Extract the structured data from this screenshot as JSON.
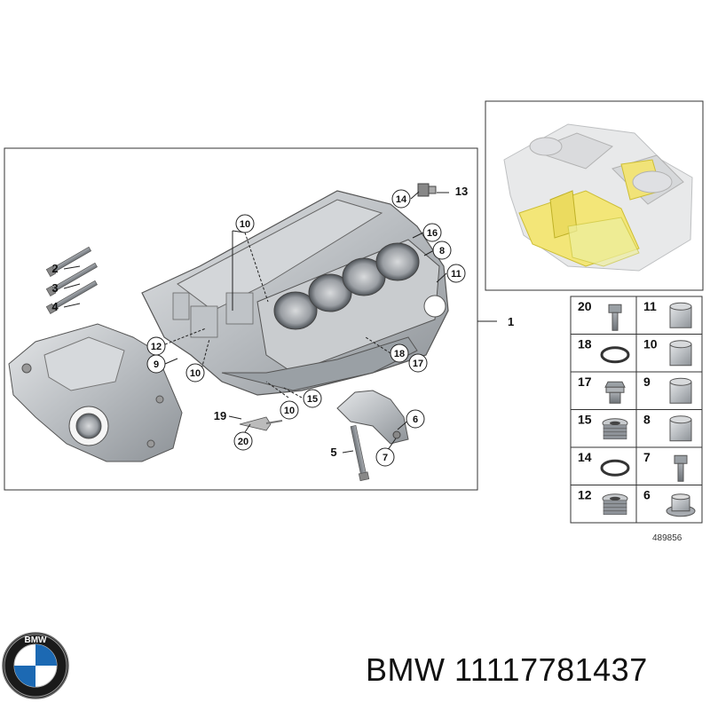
{
  "assembly_label": "1",
  "footer": {
    "brand": "BMW",
    "part_number": "11117781437"
  },
  "diagram_id": "489856",
  "logo": {
    "text": "BMW"
  },
  "callouts": [
    {
      "id": "c2",
      "label": "2"
    },
    {
      "id": "c3",
      "label": "3"
    },
    {
      "id": "c4",
      "label": "4"
    },
    {
      "id": "c5",
      "label": "5"
    },
    {
      "id": "c6",
      "label": "6"
    },
    {
      "id": "c7",
      "label": "7"
    },
    {
      "id": "c8",
      "label": "8"
    },
    {
      "id": "c9",
      "label": "9"
    },
    {
      "id": "c10a",
      "label": "10"
    },
    {
      "id": "c10b",
      "label": "10"
    },
    {
      "id": "c10c",
      "label": "10"
    },
    {
      "id": "c11",
      "label": "11"
    },
    {
      "id": "c12",
      "label": "12"
    },
    {
      "id": "c13",
      "label": "13"
    },
    {
      "id": "c14",
      "label": "14"
    },
    {
      "id": "c15",
      "label": "15"
    },
    {
      "id": "c16",
      "label": "16"
    },
    {
      "id": "c17",
      "label": "17"
    },
    {
      "id": "c18",
      "label": "18"
    },
    {
      "id": "c19",
      "label": "19"
    },
    {
      "id": "c20",
      "label": "20"
    }
  ],
  "parts_grid": [
    {
      "left": "20",
      "right": "11",
      "left_icon": "bolt-icon",
      "right_icon": "sleeve-icon"
    },
    {
      "left": "18",
      "right": "10",
      "left_icon": "seal-ring-icon",
      "right_icon": "sleeve-icon"
    },
    {
      "left": "17",
      "right": "9",
      "left_icon": "plug-icon",
      "right_icon": "sleeve-icon"
    },
    {
      "left": "15",
      "right": "8",
      "left_icon": "threaded-plug-icon",
      "right_icon": "sleeve-icon"
    },
    {
      "left": "14",
      "right": "7",
      "left_icon": "seal-ring-icon",
      "right_icon": "bolt-icon"
    },
    {
      "left": "12",
      "right": "6",
      "left_icon": "threaded-plug-icon",
      "right_icon": "flanged-sleeve-icon"
    }
  ]
}
